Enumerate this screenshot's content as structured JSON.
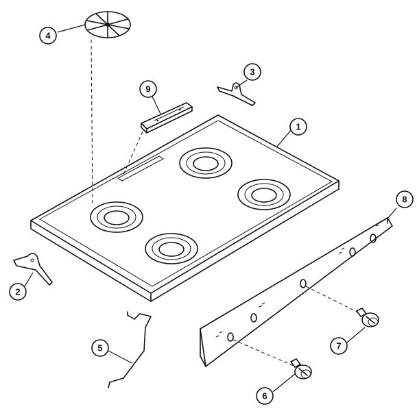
{
  "callouts": [
    {
      "number": "1",
      "part": "cooktop"
    },
    {
      "number": "2",
      "part": "mounting-bracket-left"
    },
    {
      "number": "3",
      "part": "mounting-bracket-right"
    },
    {
      "number": "4",
      "part": "burner-grate"
    },
    {
      "number": "5",
      "part": "support-rod"
    },
    {
      "number": "6",
      "part": "control-knob"
    },
    {
      "number": "7",
      "part": "control-knob"
    },
    {
      "number": "8",
      "part": "control-panel"
    },
    {
      "number": "9",
      "part": "vent-trim"
    }
  ]
}
